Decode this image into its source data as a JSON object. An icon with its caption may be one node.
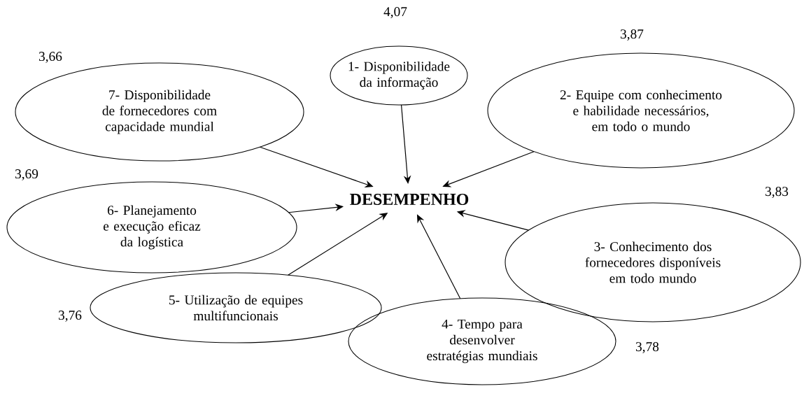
{
  "diagram": {
    "nodes": [
      {
        "text": [
          "DESEMPENHO"
        ]
      },
      {
        "text": [
          "1- Disponibilidade da informação"
        ],
        "beside": [
          "4,07"
        ]
      },
      {
        "text": [
          "2- Equipe com conhecimento e habilidade necessários, em todo o mundo"
        ],
        "beside": [
          "3,87"
        ]
      },
      {
        "text": [
          "3- Conhecimento dos fornecedores disponíveis em todo mundo"
        ],
        "beside": [
          "3,83"
        ]
      },
      {
        "text": [
          "4- Tempo para desenvolver estratégias mundiais"
        ],
        "beside": [
          "3,78"
        ]
      },
      {
        "text": [
          "5- Utilização de equipes multifuncionais"
        ],
        "beside": [
          "3,76"
        ]
      },
      {
        "text": [
          "6- Planejamento e execução eficaz da logística"
        ],
        "beside": [
          "3,69"
        ]
      },
      {
        "text": [
          "7- Disponibilidade de fornecedores com capacidade mundial"
        ],
        "beside": [
          "3,66"
        ]
      }
    ],
    "edges": [
      {
        "from": 1,
        "to": 0,
        "arrow": "to"
      },
      {
        "from": 2,
        "to": 0,
        "arrow": "to"
      },
      {
        "from": 3,
        "to": 0,
        "arrow": "to"
      },
      {
        "from": 4,
        "to": 0,
        "arrow": "to"
      },
      {
        "from": 5,
        "to": 0,
        "arrow": "to"
      },
      {
        "from": 6,
        "to": 0,
        "arrow": "to"
      },
      {
        "from": 7,
        "to": 0,
        "arrow": "to"
      }
    ]
  }
}
